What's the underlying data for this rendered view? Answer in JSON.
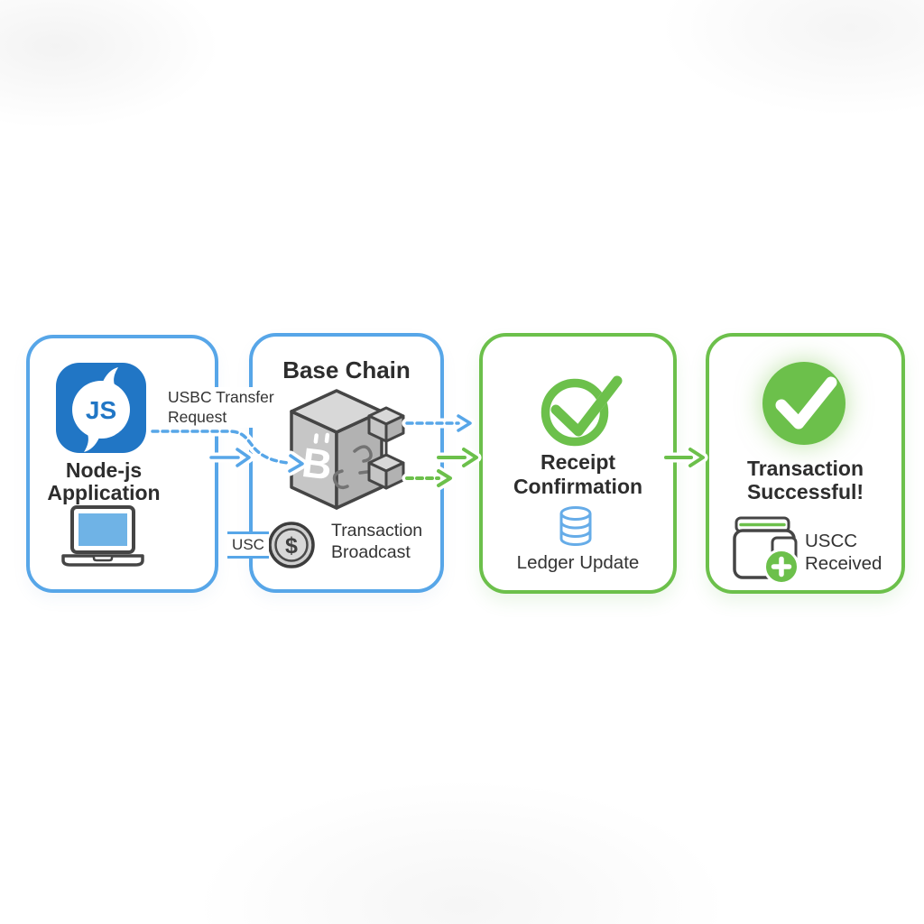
{
  "colors": {
    "blue": "#57A6E8",
    "js_blue": "#2176C5",
    "screen_blue": "#6FB3E6",
    "green": "#6CC04B",
    "dark": "#2D2D2D",
    "outline": "#454545",
    "gray_top": "#D8D8D8",
    "gray_left": "#C6C6C6",
    "gray_right": "#B2B2B2",
    "db_blue": "#66ACE8",
    "coin_fill": "#CFCFCF"
  },
  "stage1": {
    "badge": "JS",
    "line1": "Node-js",
    "line2": "Application"
  },
  "edge_label": {
    "line1": "USBC Transfer",
    "line2": "Request"
  },
  "stage2": {
    "title": "Base Chain",
    "bitcoin_glyph": "B",
    "usc": "USC",
    "coin_glyph": "$",
    "broadcast1": "Transaction",
    "broadcast2": "Broadcast"
  },
  "stage3": {
    "line1": "Receipt",
    "line2": "Confirmation",
    "ledger": "Ledger Update"
  },
  "stage4": {
    "line1": "Transaction",
    "line2": "Successful!",
    "recv1": "USCC",
    "recv2": "Received"
  },
  "icons": {
    "nodejs_logo": "JS speech-bubble badge",
    "laptop": "laptop with blue screen",
    "blockchain": "isometric block with bitcoin B and linked cubes",
    "coin": "gray dollar coin",
    "check_outline": "green circled checkmark",
    "database": "blue ledger cylinder stack",
    "check_solid": "solid green circle with white checkmark",
    "wallet": "wallet with green plus badge"
  }
}
